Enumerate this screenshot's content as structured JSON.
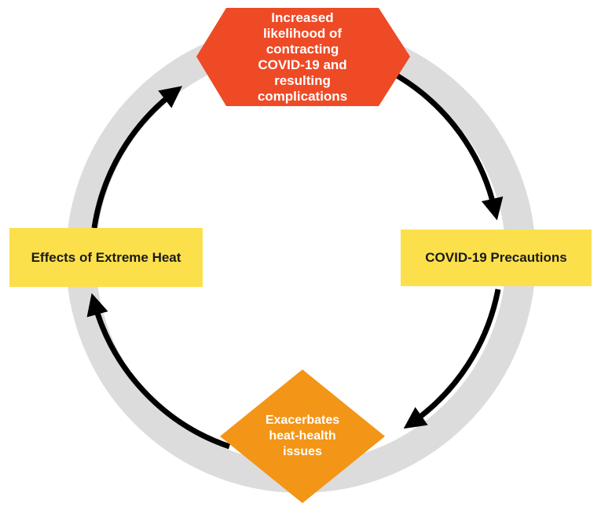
{
  "nodes": {
    "top": {
      "text": "Increased\nlikelihood of\ncontracting\nCOVID-19 and\nresulting\ncomplications",
      "color": "#ee4a26"
    },
    "right": {
      "text": "COVID-19 Precautions",
      "color": "#fbe04c"
    },
    "bottom": {
      "text": "Exacerbates\nheat-health\nissues",
      "color": "#f39517"
    },
    "left": {
      "text": "Effects of Extreme Heat",
      "color": "#fbe04c"
    }
  },
  "ring_color": "#dcdcdc",
  "arrow_color": "#000000"
}
